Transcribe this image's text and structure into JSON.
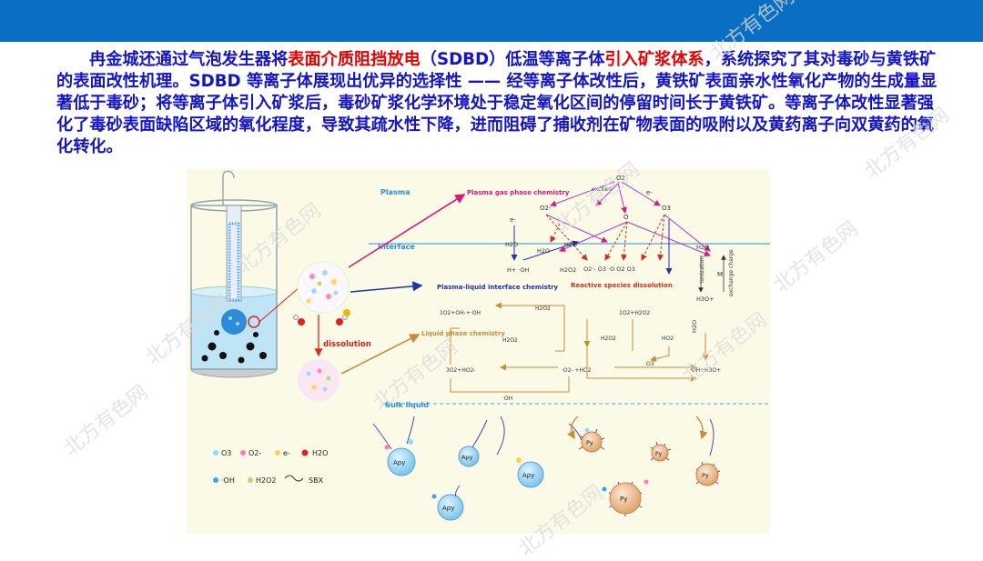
{
  "paragraph": {
    "p1": "冉金城还通过气泡发生器将",
    "h1": "表面介质阻挡放电",
    "p2": "（SDBD）低温等离子体",
    "h2": "引入矿浆体系",
    "p3": "，系统探究了其对毒砂与黄铁矿的表面改性机理。SDBD 等离子体展现出优异的选择性 —— 经等离子体改性后，黄铁矿表面亲水性氧化产物的生成量显著低于毒砂；将等离子体引入矿浆后，毒砂矿浆化学环境处于稳定氧化区间的停留时间长于黄铁矿。等离子体改性显著强化了毒砂表面缺陷区域的氧化程度，导致其疏水性下降，进而阻碍了捕收剂在矿物表面的吸附以及黄药离子向双黄药的氧化转化。"
  },
  "colors": {
    "topbar": "#0a6ec2",
    "text": "#1414c8",
    "highlight": "#e60000",
    "figure_bg": "#fbfae7"
  },
  "watermark": "北方有色网",
  "figure": {
    "zones": {
      "plasma": "Plasma",
      "interface": "Interface",
      "bulk": "Bulk liquid"
    },
    "titles": {
      "gas": "Plasma gas phase chemistry",
      "pli": "Plasma-liquid interface chemistry",
      "rsd": "Reactive species dissolution",
      "liq": "Liquid phase chemistry",
      "dissolution": "dissolution"
    },
    "side": {
      "ionization": "ionization",
      "exchange": "exchange charge",
      "M": "M"
    },
    "species": {
      "o2_top": "O2",
      "o2_minus": "O2-",
      "o_mid": "O",
      "o3_right": "O3",
      "e_left": "e-",
      "e_right": "e-",
      "excited": "excited",
      "h2o_if": "H2O",
      "h2o_if2": "H2O",
      "h2o_if3": "H2O",
      "h_oh": "H+ ·OH",
      "h2o2_if": "H2O2",
      "diss_row": "O2·- O3 ·O O2 O3",
      "h2o_right": "H2O",
      "h3o": "H3O+",
      "h2o_right2": "H2O",
      "lp1": "1O2+OH-+·OH",
      "lp2": "1O2+H2O2",
      "h2o2_a": "H2O2",
      "h2o2_b": "H2O2",
      "h2o2_c": "H2O2",
      "ho2": "HO2",
      "lp3": "3O2+HO2-",
      "lp4": "·O2- +HO2",
      "o3_mid": "O3",
      "lp5": "·OH+H3O+",
      "oh_bot": "·OH"
    },
    "legend": {
      "o3": "O3",
      "o2m": "O2-",
      "e": "e-",
      "h2o": "H2O",
      "oh": "·OH",
      "h2o2": "H2O2",
      "sbx": "SBX"
    },
    "particles": {
      "apy": "Apy",
      "py": "Py"
    }
  }
}
